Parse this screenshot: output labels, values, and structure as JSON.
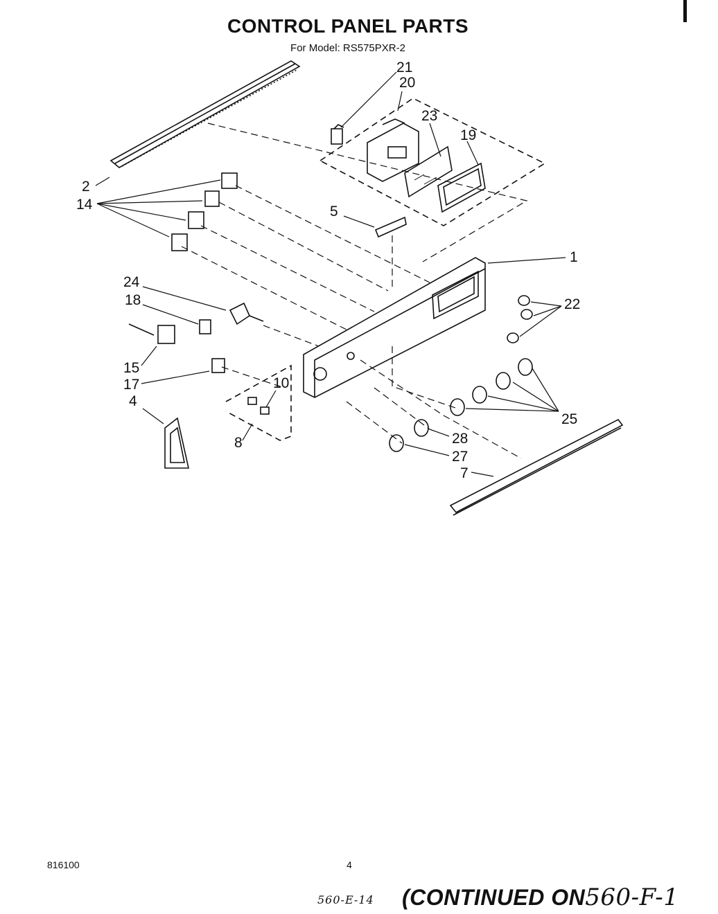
{
  "title": "CONTROL PANEL PARTS",
  "subtitle": "For Model: RS575PXR-2",
  "callouts": {
    "c1": "1",
    "c2": "2",
    "c4": "4",
    "c5": "5",
    "c7": "7",
    "c8": "8",
    "c10": "10",
    "c14": "14",
    "c15": "15",
    "c17": "17",
    "c18": "18",
    "c19": "19",
    "c20": "20",
    "c21": "21",
    "c22": "22",
    "c23": "23",
    "c24": "24",
    "c25": "25",
    "c27": "27",
    "c28": "28"
  },
  "footer": {
    "doc_number": "816100",
    "page_number": "4",
    "handwritten_ref": "560-E-14",
    "continued_text": "(CONTINUED ON",
    "continued_page": "560-F-1"
  }
}
